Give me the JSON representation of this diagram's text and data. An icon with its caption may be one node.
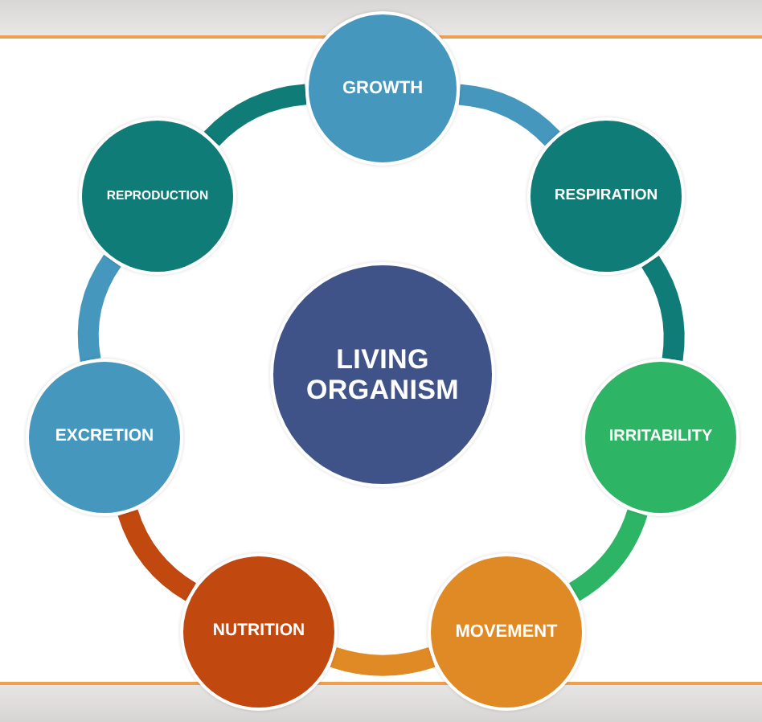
{
  "diagram": {
    "nodes": [
      {
        "text": [
          "LIVING ORGANISM"
        ]
      },
      {
        "text": [
          "GROWTH"
        ]
      },
      {
        "text": [
          "RESPIRATION"
        ]
      },
      {
        "text": [
          "IRRITABILITY"
        ]
      },
      {
        "text": [
          "MOVEMENT"
        ]
      },
      {
        "text": [
          "NUTRITION"
        ]
      },
      {
        "text": [
          "EXCRETION"
        ]
      },
      {
        "text": [
          "REPRODUCTION"
        ]
      }
    ],
    "edges": [
      {
        "from": 1,
        "to": 2,
        "arrow": "none",
        "color": "#4597bd"
      },
      {
        "from": 2,
        "to": 3,
        "arrow": "none",
        "color": "#0f7c78"
      },
      {
        "from": 3,
        "to": 4,
        "arrow": "none",
        "color": "#2db565"
      },
      {
        "from": 4,
        "to": 5,
        "arrow": "none",
        "color": "#e08a26"
      },
      {
        "from": 5,
        "to": 6,
        "arrow": "none",
        "color": "#c1480f"
      },
      {
        "from": 6,
        "to": 7,
        "arrow": "none",
        "color": "#4597bd"
      },
      {
        "from": 7,
        "to": 1,
        "arrow": "none",
        "color": "#0f7c78"
      }
    ]
  }
}
